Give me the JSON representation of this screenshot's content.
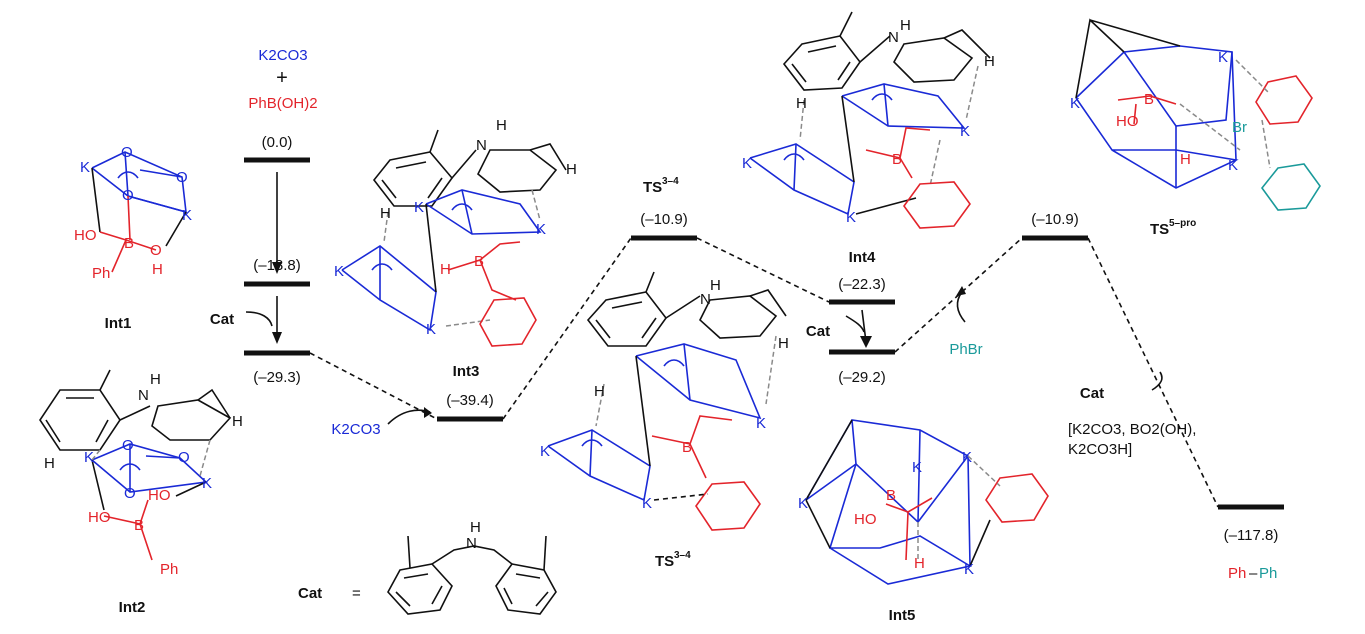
{
  "reagents": {
    "k2co3": "K2CO3",
    "plus": "+",
    "phboh2": "PhB(OH)2"
  },
  "cat_label": "Cat",
  "cat_equals": "=",
  "phbr": "PhBr",
  "k2co3_side": "K2CO3",
  "byproducts": {
    "line1": "[K2CO3, BO2(OH),",
    "line2": "K2CO3H]"
  },
  "product": {
    "ph1": "Ph",
    "dash": "–",
    "ph2": "Ph"
  },
  "species": {
    "int1": "Int1",
    "int2": "Int2",
    "int3": "Int3",
    "int4": "Int4",
    "int5": "Int5",
    "ts34_top": "TS",
    "ts34_top_sup": "3–4",
    "ts34_bottom": "TS",
    "ts34_bottom_sup": "3–4",
    "ts5pro": "TS",
    "ts5pro_sup": "5–pro"
  },
  "energies": {
    "e0": "(0.0)",
    "e1": "(–18.8)",
    "e2": "(–29.3)",
    "e3": "(–39.4)",
    "e4": "(–10.9)",
    "e5": "(–22.3)",
    "e6": "(–29.2)",
    "e7": "(–10.9)",
    "e8": "(–117.8)"
  },
  "atoms": {
    "K": "K",
    "O": "O",
    "B": "B",
    "H": "H",
    "N": "N",
    "Br": "Br",
    "HO": "HO",
    "Ph": "Ph"
  },
  "colors": {
    "potassium_carbonate": "#1a2ad6",
    "boron": "#e3242b",
    "bromide": "#1a9a9a",
    "text": "#111111"
  }
}
